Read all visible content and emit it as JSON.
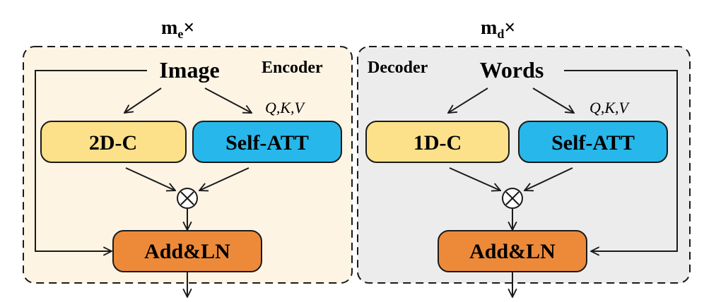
{
  "encoder": {
    "repeat_base": "m",
    "repeat_sub": "e",
    "repeat_times": "×",
    "label": "Encoder",
    "input": "Image",
    "qkv": "Q,K,V",
    "conv_block": "2D-C",
    "att_block": "Self-ATT",
    "multiply": "⊗",
    "addln": "Add&LN"
  },
  "decoder": {
    "repeat_base": "m",
    "repeat_sub": "d",
    "repeat_times": "×",
    "label": "Decoder",
    "input": "Words",
    "qkv": "Q,K,V",
    "conv_block": "1D-C",
    "att_block": "Self-ATT",
    "multiply": "⊗",
    "addln": "Add&LN"
  },
  "colors": {
    "encoder_bg": "#fdf4e4",
    "decoder_bg": "#ececec",
    "conv_fill": "#fde08a",
    "att_fill": "#28b7ea",
    "addln_fill": "#ed8a3a",
    "stroke": "#1a1a1a"
  }
}
